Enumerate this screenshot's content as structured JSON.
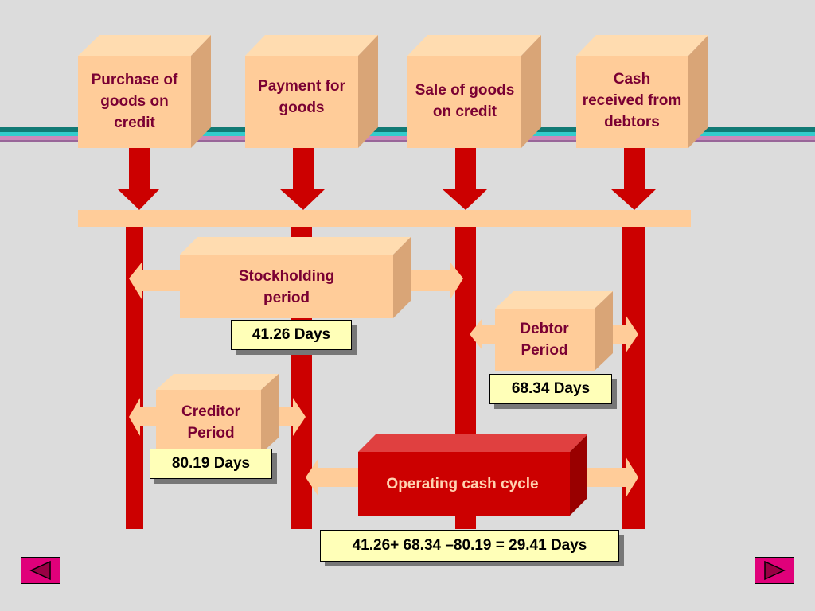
{
  "events": [
    {
      "label": "Purchase of goods on credit"
    },
    {
      "label": "Payment for goods"
    },
    {
      "label": "Sale of goods on credit"
    },
    {
      "label": "Cash received from debtors"
    }
  ],
  "periods": {
    "stockholding": {
      "label": "Stockholding period",
      "days": "41.26 Days"
    },
    "debtor": {
      "label": "Debtor Period",
      "days": "68.34 Days"
    },
    "creditor": {
      "label": "Creditor Period",
      "days": "80.19 Days"
    },
    "operating": {
      "label": "Operating cash cycle",
      "formula": "41.26+ 68.34 –80.19 = 29.41 Days"
    }
  },
  "nav": {
    "prev_icon": "triangle-left-icon",
    "next_icon": "triangle-right-icon"
  },
  "colors": {
    "box_face": "#ffcc99",
    "box_side": "#d9a577",
    "text": "#7a0033",
    "red": "#cc0000",
    "day_bg": "#ffffb8",
    "nav": "#e0007a"
  }
}
